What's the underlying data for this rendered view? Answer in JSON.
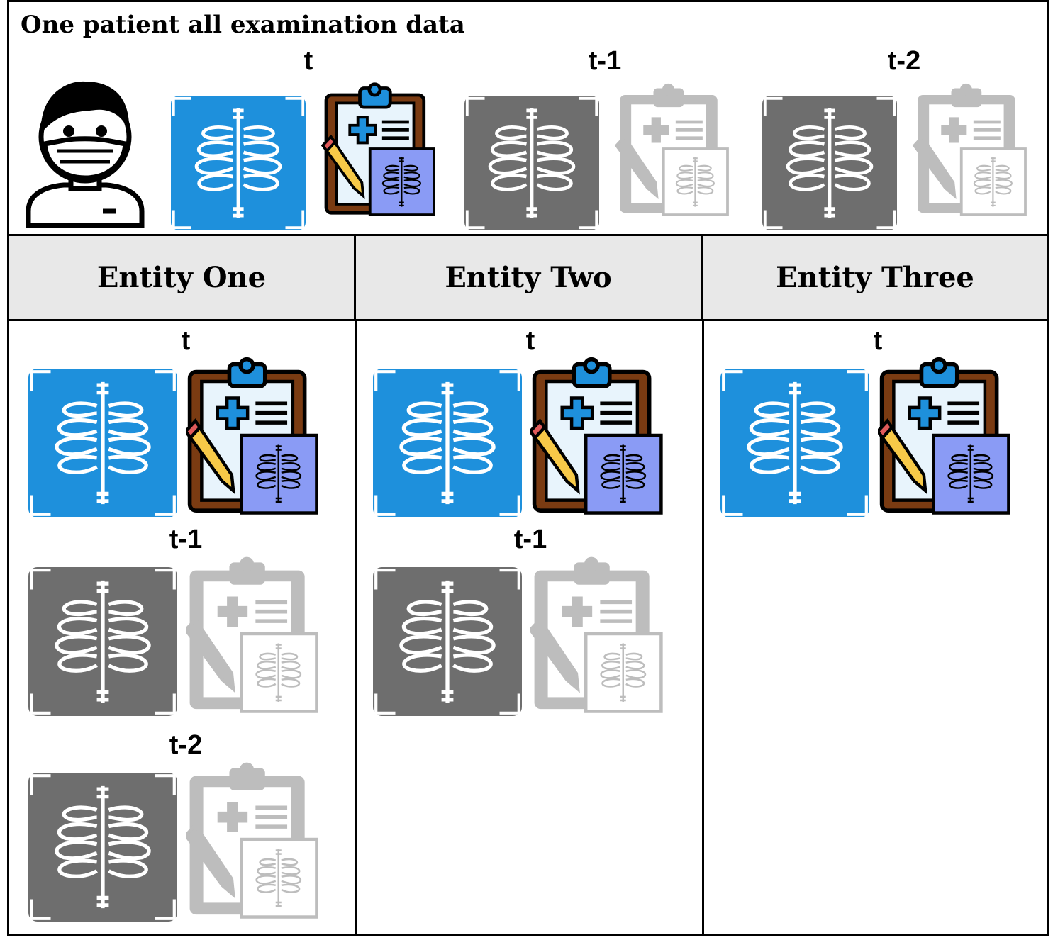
{
  "title": "One patient all examination data",
  "top_labels": [
    "t",
    "t-1",
    "t-2"
  ],
  "entities": [
    {
      "name": "Entity One",
      "labels": [
        "t",
        "t-1",
        "t-2"
      ]
    },
    {
      "name": "Entity Two",
      "labels": [
        "t",
        "t-1"
      ]
    },
    {
      "name": "Entity Three",
      "labels": [
        "t"
      ]
    }
  ],
  "colors": {
    "current_xray": "#1e90dc",
    "past_xray": "#6e6e6e",
    "report_sheet": "#8a9bf5",
    "report_board": "#7a3b12",
    "grey_icon": "#bdbdbd"
  },
  "icons": {
    "patient": "masked-patient-icon",
    "xray": "chest-xray-icon",
    "report": "clipboard-report-icon"
  }
}
